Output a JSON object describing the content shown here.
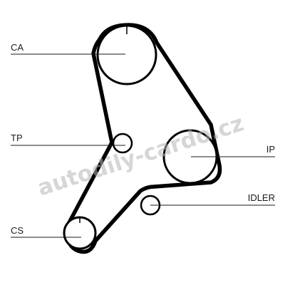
{
  "labels": {
    "ca": "CA",
    "tp": "TP",
    "ip": "IP",
    "idler": "IDLER",
    "cs": "CS"
  },
  "watermark": {
    "text": "autodily-cardo.cz",
    "color": "#b5b5b5"
  },
  "colors": {
    "belt": "#000000",
    "line": "#1a1a1a",
    "background": "#ffffff"
  }
}
